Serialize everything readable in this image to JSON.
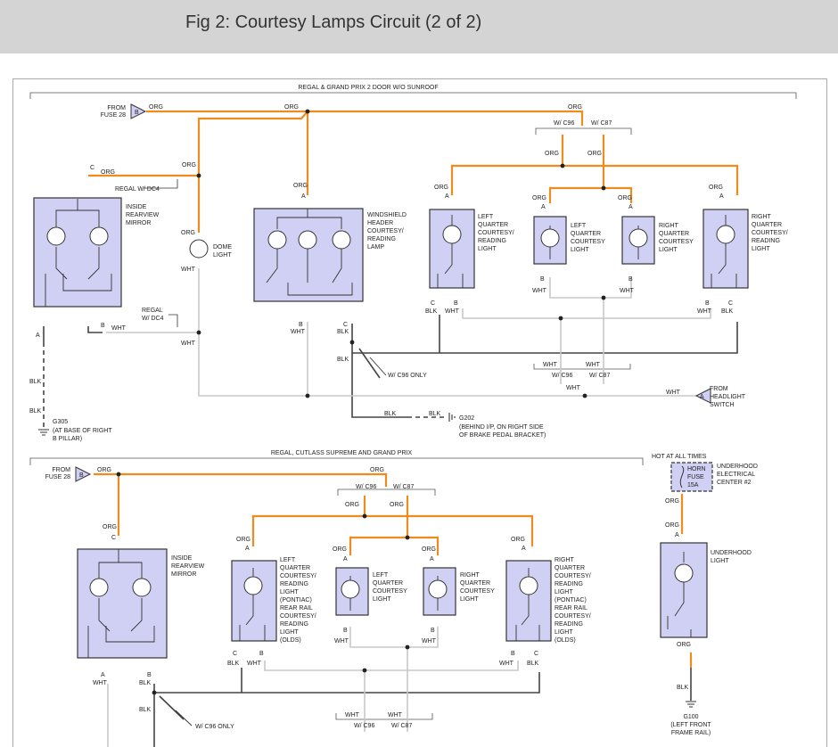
{
  "header": {
    "title": "Fig 2: Courtesy Lamps Circuit (2 of 2)"
  },
  "colors": {
    "org_wire": "#f08c1e",
    "blk_wire": "#444444",
    "wht_wire": "#c8c8c8",
    "component_fill": "#d0d0f4",
    "header_bg": "#d4d4d4"
  },
  "top": {
    "section": "REGAL & GRAND PRIX 2 DOOR W/O SUNROOF",
    "from_fuse": [
      "FROM",
      "FUSE 28"
    ],
    "conn_b": "B",
    "org": "ORG",
    "blk": "BLK",
    "wht": "WHT",
    "w_c96": "W/ C96",
    "w_c87": "W/ C87",
    "regal_dc4": "REGAL W/ DC4",
    "regal_dc4_b": [
      "REGAL",
      "W/ DC4"
    ],
    "c": "C",
    "a": "A",
    "b": "B",
    "mirror": [
      "INSIDE",
      "REARVIEW",
      "MIRROR"
    ],
    "dome": [
      "DOME",
      "LIGHT"
    ],
    "windshield": [
      "WINDSHIELD",
      "HEADER",
      "COURTESY/",
      "READING",
      "LAMP"
    ],
    "lq_reading": [
      "LEFT",
      "QUARTER",
      "COURTESY/",
      "READING",
      "LIGHT"
    ],
    "lq": [
      "LEFT",
      "QUARTER",
      "COURTESY",
      "LIGHT"
    ],
    "rq": [
      "RIGHT",
      "QUARTER",
      "COURTESY",
      "LIGHT"
    ],
    "rq_reading": [
      "RIGHT",
      "QUARTER",
      "COURTESY/",
      "READING",
      "LIGHT"
    ],
    "c96_only": "W/ C96 ONLY",
    "g305": [
      "G305",
      "(AT BASE OF RIGHT",
      "B PILLAR)"
    ],
    "g202": [
      "G202",
      "(BEHIND I/P, ON RIGHT SIDE",
      "OF BRAKE PEDAL BRACKET)"
    ],
    "headlight": [
      "FROM",
      "HEADLIGHT",
      "SWITCH"
    ]
  },
  "bottom": {
    "section": "REGAL, CUTLASS SUPREME AND GRAND PRIX",
    "from_fuse": [
      "FROM",
      "FUSE 28"
    ],
    "conn_b": "B",
    "hot": "HOT AT ALL TIMES",
    "horn_fuse": [
      "HORN",
      "FUSE",
      "15A"
    ],
    "uh_center": [
      "UNDERHOOD",
      "ELECTRICAL",
      "CENTER #2"
    ],
    "uh_light": [
      "UNDERHOOD",
      "LIGHT"
    ],
    "mirror": [
      "INSIDE",
      "REARVIEW",
      "MIRROR"
    ],
    "lq_reading": [
      "LEFT",
      "QUARTER",
      "COURTESY/",
      "READING",
      "LIGHT",
      "(PONTIAC)",
      "REAR RAIL",
      "COURTESY/",
      "READING",
      "LIGHT",
      "(OLDS)"
    ],
    "lq": [
      "LEFT",
      "QUARTER",
      "COURTESY",
      "LIGHT"
    ],
    "rq": [
      "RIGHT",
      "QUARTER",
      "COURTESY",
      "LIGHT"
    ],
    "rq_reading": [
      "RIGHT",
      "QUARTER",
      "COURTESY/",
      "READING",
      "LIGHT",
      "(PONTIAC)",
      "REAR RAIL",
      "COURTESY/",
      "READING",
      "LIGHT",
      "(OLDS)"
    ],
    "c96_only": "W/ C96 ONLY",
    "g100": [
      "G100",
      "(LEFT FRONT",
      "FRAME RAIL)"
    ]
  }
}
